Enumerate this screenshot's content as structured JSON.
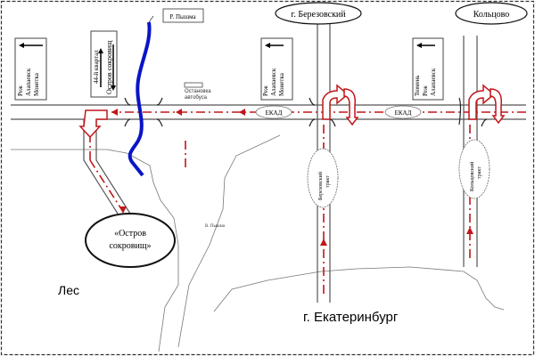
{
  "map": {
    "title": "Схема проезда к «Острову сокровищ»",
    "signs": [
      {
        "lines": [
          "Реж",
          "Алапаевск",
          "Монетка"
        ]
      },
      {
        "lines": [
          "44-й квартал",
          "Остров сокровищ"
        ]
      },
      {
        "lines": [
          "Реж",
          "Алапаевск",
          "Монетка"
        ]
      },
      {
        "lines": [
          "Тюмень",
          "Реж",
          "Алапаевск"
        ]
      }
    ],
    "river_label": "Р. Пышма",
    "bus_stop_label": [
      "Остановка",
      "автобуса"
    ],
    "city_labels": {
      "berezovsky": "г. Березовский",
      "koltsovo": "Кольцово",
      "ekaterinburg": "г. Екатеринбург",
      "v_pyshma": "В. Пышма"
    },
    "ekad_label": "ЕКАД",
    "tracts": {
      "berezovsky": [
        "Березовский",
        "тракт"
      ],
      "koltsovsky": [
        "Кольцовский",
        "тракт"
      ]
    },
    "destination": [
      "«Остров",
      "сокровищ»"
    ],
    "forest_label": "Лес",
    "colors": {
      "route": "#c0171b",
      "river": "#0a14c8"
    }
  }
}
